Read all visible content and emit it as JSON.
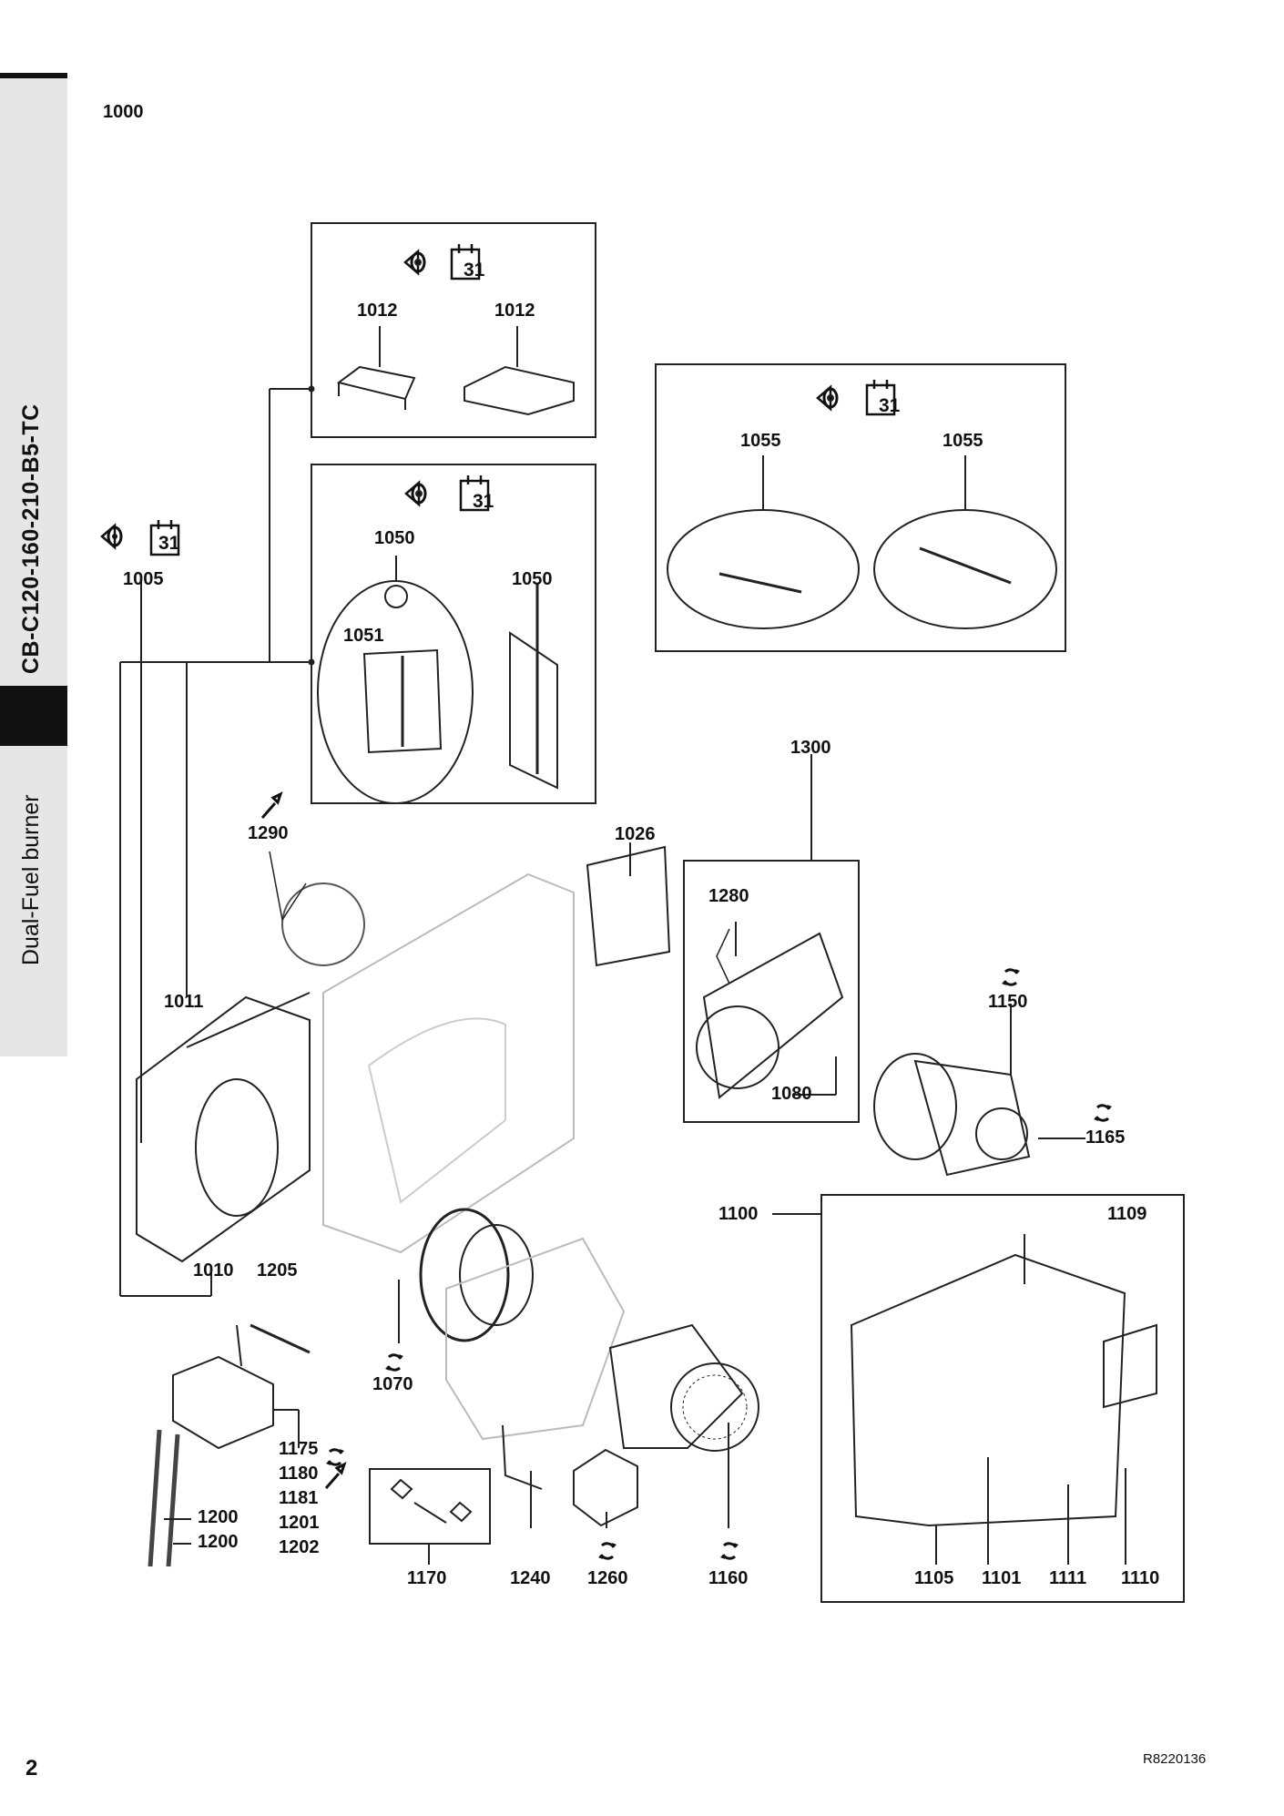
{
  "side": {
    "model": "CB-C120-160-210-B5-TC",
    "product": "Dual-Fuel burner"
  },
  "header": {
    "assembly": "1000"
  },
  "icons": {
    "calendar_day": "31",
    "inspect_icon": "eye-icon",
    "service_icon": "rotation-icon",
    "tool_icon": "wrench-icon"
  },
  "parts": {
    "p1005": "1005",
    "p1012a": "1012",
    "p1012b": "1012",
    "p1050a": "1050",
    "p1050b": "1050",
    "p1051": "1051",
    "p1055a": "1055",
    "p1055b": "1055",
    "p1290": "1290",
    "p1026": "1026",
    "p1300": "1300",
    "p1280": "1280",
    "p1011": "1011",
    "p1150": "1150",
    "p1080": "1080",
    "p1165": "1165",
    "p1100": "1100",
    "p1109": "1109",
    "p1010": "1010",
    "p1205": "1205",
    "p1070": "1070",
    "p1175": "1175",
    "p1180": "1180",
    "p1181": "1181",
    "p1201": "1201",
    "p1202": "1202",
    "p1200a": "1200",
    "p1200b": "1200",
    "p1170": "1170",
    "p1240": "1240",
    "p1260": "1260",
    "p1160": "1160",
    "p1105": "1105",
    "p1101": "1101",
    "p1111": "1111",
    "p1110": "1110"
  },
  "footer": {
    "page": "2",
    "code": "R8220136"
  }
}
